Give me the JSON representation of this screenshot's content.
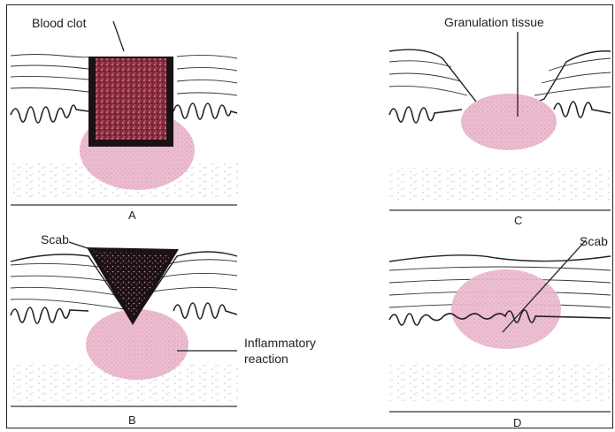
{
  "panels": {
    "a": {
      "letter": "A",
      "label": "Blood clot"
    },
    "b": {
      "letter": "B",
      "label_scab": "Scab",
      "label_inflam_1": "Inflammatory",
      "label_inflam_2": "reaction"
    },
    "c": {
      "letter": "C",
      "label": "Granulation tissue"
    },
    "d": {
      "letter": "D",
      "label": "Scab"
    }
  },
  "colors": {
    "clot": "#8a2a3c",
    "clot_dark": "#1b1214",
    "pink_tissue": "#e9b3c9",
    "pink_dark": "#d58fab",
    "ink": "#222222"
  }
}
